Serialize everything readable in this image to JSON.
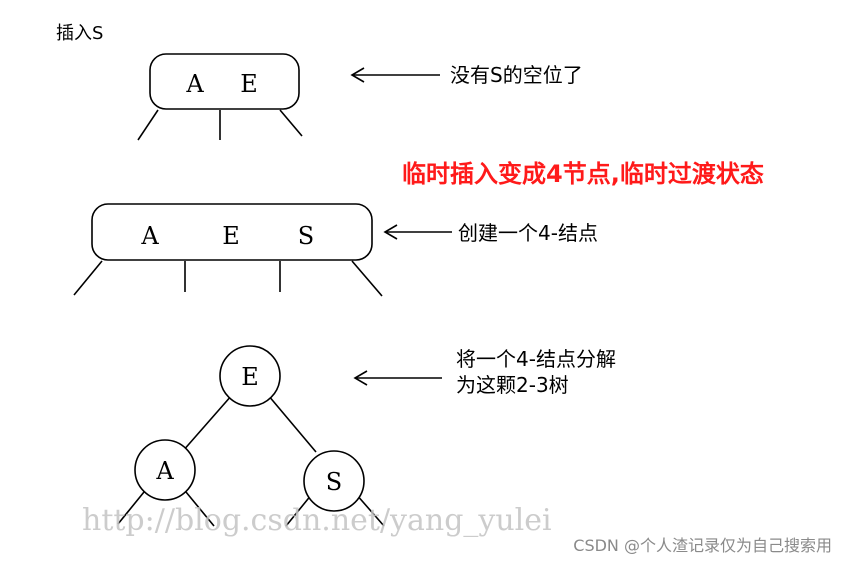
{
  "title": "插入S",
  "step1": {
    "keys": [
      "A",
      "E"
    ],
    "note": "没有S的空位了"
  },
  "highlight": {
    "text": "临时插入变成4节点,临时过渡状态",
    "color": "#ff1a1a"
  },
  "step2": {
    "keys": [
      "A",
      "E",
      "S"
    ],
    "note": "创建一个4-结点"
  },
  "step3": {
    "root": "E",
    "left": "A",
    "right": "S",
    "note_line1": "将一个4-结点分解",
    "note_line2": "为这颗2-3树"
  },
  "watermark": "http://blog.csdn.net/yang_yulei",
  "credit": "CSDN @个人渣记录仅为自己搜索用"
}
